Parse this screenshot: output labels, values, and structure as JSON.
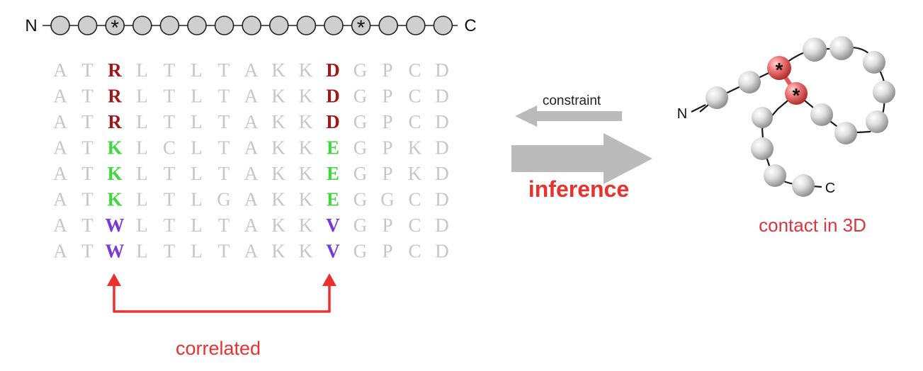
{
  "chain": {
    "n_label": "N",
    "c_label": "C",
    "bead_count": 15,
    "star_positions": [
      2,
      11
    ],
    "star_symbol": "*"
  },
  "alignment": {
    "rows": [
      [
        "A",
        "T",
        "R",
        "L",
        "T",
        "L",
        "T",
        "A",
        "K",
        "K",
        "D",
        "G",
        "P",
        "C",
        "D"
      ],
      [
        "A",
        "T",
        "R",
        "L",
        "T",
        "L",
        "T",
        "A",
        "K",
        "K",
        "D",
        "G",
        "P",
        "C",
        "D"
      ],
      [
        "A",
        "T",
        "R",
        "L",
        "T",
        "L",
        "T",
        "A",
        "K",
        "K",
        "D",
        "G",
        "P",
        "C",
        "D"
      ],
      [
        "A",
        "T",
        "K",
        "L",
        "C",
        "L",
        "T",
        "A",
        "K",
        "K",
        "E",
        "G",
        "P",
        "K",
        "D"
      ],
      [
        "A",
        "T",
        "K",
        "L",
        "T",
        "L",
        "T",
        "A",
        "K",
        "K",
        "E",
        "G",
        "P",
        "K",
        "D"
      ],
      [
        "A",
        "T",
        "K",
        "L",
        "T",
        "L",
        "G",
        "A",
        "K",
        "K",
        "E",
        "G",
        "G",
        "C",
        "D"
      ],
      [
        "A",
        "T",
        "W",
        "L",
        "T",
        "L",
        "T",
        "A",
        "K",
        "K",
        "V",
        "G",
        "P",
        "C",
        "D"
      ],
      [
        "A",
        "T",
        "W",
        "L",
        "T",
        "L",
        "T",
        "A",
        "K",
        "K",
        "V",
        "G",
        "P",
        "C",
        "D"
      ]
    ],
    "highlight_columns": [
      2,
      10
    ],
    "row_colors": [
      "#a01818",
      "#a01818",
      "#a01818",
      "#3fd63f",
      "#3fd63f",
      "#3fd63f",
      "#7a38d8",
      "#7a38d8"
    ],
    "default_color": "#c6c6c6"
  },
  "correlated_label": "correlated",
  "constraint_label": "constraint",
  "inference_label": "inference",
  "structure": {
    "n_label": "N",
    "c_label": "C",
    "star_symbol": "*",
    "caption": "contact in 3D"
  },
  "colors": {
    "accent_red": "#e8322e",
    "caption_red": "#d9363e",
    "arrow_grey": "#b9b9b9",
    "bead_grey": "#cfcfcf",
    "contact_red": "#e05a5a"
  }
}
